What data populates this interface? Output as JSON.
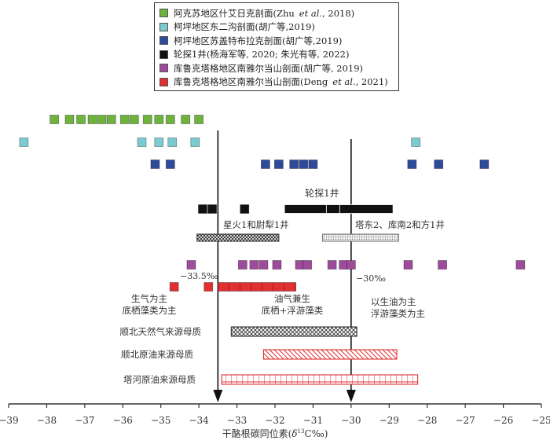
{
  "chart_data": {
    "type": "scatter",
    "title": "",
    "xlabel": "干酪根碳同位素(δ13C‰)",
    "xlabel_parts": {
      "prefix": "干酪根碳同位素(",
      "delta": "δ",
      "sup": "13",
      "suffix": "C‰)"
    },
    "xlim": [
      -39,
      -25
    ],
    "ylabel": "",
    "grid": false,
    "legend_position": "top-center",
    "value_precision_note": "Marker x-values are estimated by reading positions off the figure (approx. ±0.1–0.2‰); they are not printed in the source image.",
    "xticks": [
      -39,
      -38,
      -37,
      -36,
      -35,
      -34,
      -33,
      -32,
      -31,
      -30,
      -29,
      -28,
      -27,
      -26,
      -25
    ],
    "xtick_labels": [
      "−39",
      "−38",
      "−37",
      "−36",
      "−35",
      "−34",
      "−33",
      "−32",
      "−31",
      "−30",
      "−29",
      "−28",
      "−27",
      "−26",
      "−25"
    ],
    "series": [
      {
        "name": "阿克苏地区什艾日克剖面(Zhu et al., 2018)",
        "color": "#6fb33f",
        "row": 1,
        "values": [
          -37.8,
          -37.4,
          -37.1,
          -36.8,
          -36.55,
          -36.3,
          -35.95,
          -35.7,
          -35.35,
          -35.05,
          -34.75,
          -34.35,
          -34.0
        ]
      },
      {
        "name": "柯坪地区东二沟剖面(胡广等, 2019)",
        "color": "#7ccbd0",
        "row": 2,
        "values": [
          -38.6,
          -35.5,
          -35.05,
          -34.7,
          -34.1,
          -28.3
        ]
      },
      {
        "name": "柯坪地区苏盖特布拉克剖面(胡广等, 2019)",
        "color": "#2f4a9a",
        "row": 3,
        "values": [
          -35.15,
          -34.75,
          -32.25,
          -31.9,
          -31.5,
          -31.25,
          -31.0,
          -28.4,
          -27.7,
          -26.5
        ]
      },
      {
        "name": "轮探1井(杨海军等, 2020; 朱光有等, 2022)",
        "color": "#111111",
        "row": 4,
        "values": [
          -33.9,
          -33.65,
          -32.8
        ],
        "ranges": [
          [
            -31.75,
            -30.65
          ],
          [
            -30.65,
            -30.3
          ],
          [
            -30.3,
            -28.9
          ]
        ],
        "annotation": "轮探1井"
      },
      {
        "name": "库鲁克塔格地区南雅尔当山剖面(胡广等, 2019)",
        "color": "#9f4b9c",
        "row": 5,
        "values": [
          -34.2,
          -32.85,
          -32.55,
          -32.3,
          -31.95,
          -31.35,
          -31.15,
          -30.5,
          -30.2,
          -30.0,
          -28.5,
          -27.6,
          -25.55
        ]
      },
      {
        "name": "库鲁克塔格地区南雅尔当山剖面(Deng et al., 2021)",
        "color": "#e03030",
        "row": 6,
        "values": [
          -34.65,
          -33.75
        ],
        "ranges": [
          [
            -33.5,
            -31.45
          ]
        ]
      }
    ],
    "range_bars": [
      {
        "name": "星火1和尉犁1井",
        "from": -34.05,
        "to": -31.9,
        "pattern": "crosshatch-dark",
        "color": "#333333"
      },
      {
        "name": "塔东2、库南2和方1井",
        "from": -30.75,
        "to": -28.75,
        "pattern": "dots-light",
        "color": "#777777"
      },
      {
        "name": "顺北天然气来源母质",
        "from": -33.15,
        "to": -29.85,
        "pattern": "crosshatch",
        "color": "#333333"
      },
      {
        "name": "顺北原油来源母质",
        "from": -32.3,
        "to": -28.8,
        "pattern": "diagonal-red",
        "color": "#e03030"
      },
      {
        "name": "塔河原油来源母质",
        "from": -33.4,
        "to": -28.25,
        "pattern": "grid-red",
        "color": "#e03030"
      }
    ],
    "thresholds": [
      {
        "value": -33.5,
        "label": "−33.5‰"
      },
      {
        "value": -30,
        "label": "−30‰"
      }
    ],
    "zone_labels": [
      {
        "lines": [
          "生气为主",
          "底栖藻类为主"
        ]
      },
      {
        "lines": [
          "油气兼生",
          "底栖+浮游藻类"
        ]
      },
      {
        "lines": [
          "以生油为主",
          "浮游藻类为主"
        ]
      }
    ]
  },
  "legend": [
    {
      "label": "阿克苏地区什艾日克剖面(Zhu",
      "italic": "et al.",
      "suffix": ", 2018)",
      "color": "#6fb33f"
    },
    {
      "label": "柯坪地区东二沟剖面(胡广等,2019)",
      "italic": "",
      "suffix": "",
      "color": "#7ccbd0"
    },
    {
      "label": "柯坪地区苏盖特布拉克剖面(胡广等,2019)",
      "italic": "",
      "suffix": "",
      "color": "#2f4a9a"
    },
    {
      "label": "轮探1井(杨海军等, 2020; 朱光有等, 2022)",
      "italic": "",
      "suffix": "",
      "color": "#111111"
    },
    {
      "label": "库鲁克塔格地区南雅尔当山剖面(胡广等, 2019)",
      "italic": "",
      "suffix": "",
      "color": "#9f4b9c"
    },
    {
      "label": "库鲁克塔格地区南雅尔当山剖面(Deng",
      "italic": "et al.",
      "suffix": ", 2021)",
      "color": "#e03030"
    }
  ]
}
